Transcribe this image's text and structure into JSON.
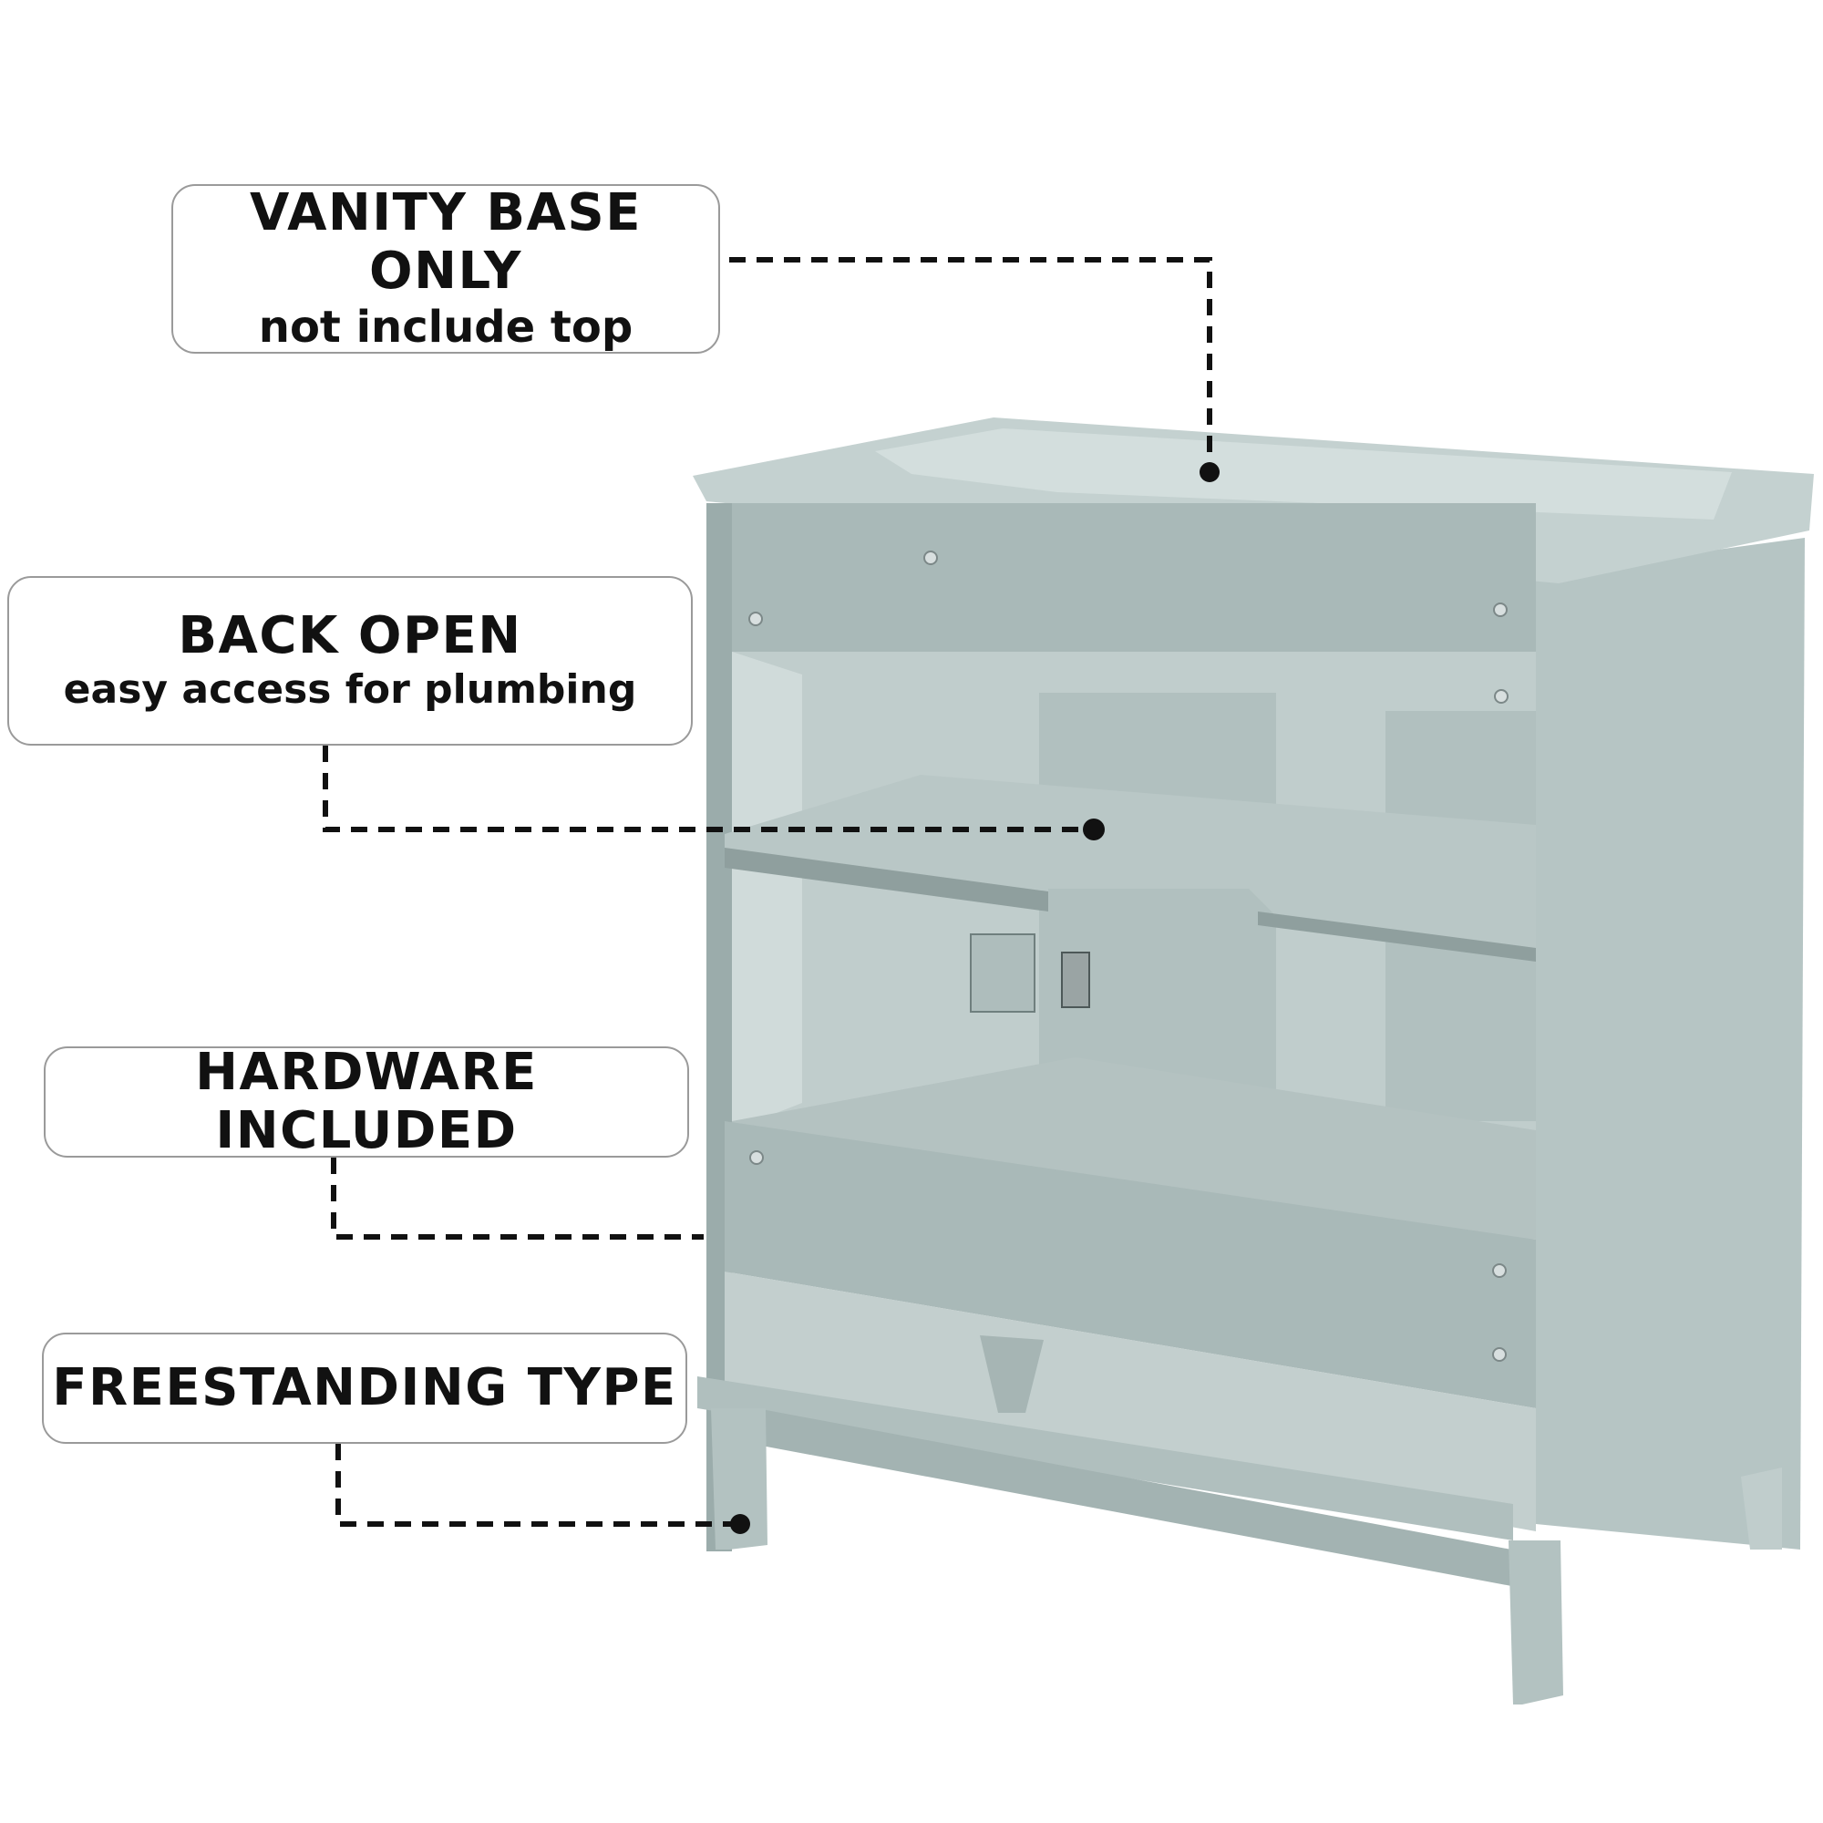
{
  "callouts": {
    "vanity_base": {
      "title": "VANITY BASE ONLY",
      "subtitle": "not include top"
    },
    "back_open": {
      "title": "BACK OPEN",
      "subtitle": "easy access for plumbing"
    },
    "hardware": {
      "title": "HARDWARE INCLUDED"
    },
    "freestanding": {
      "title": "FREESTANDING TYPE"
    }
  },
  "colors": {
    "cabinet": "#a9b9b8",
    "cabinet_dark": "#8c9d9c",
    "cabinet_light": "#c4d1d0",
    "leader_line": "#111111",
    "callout_border": "#9a9a9a"
  }
}
